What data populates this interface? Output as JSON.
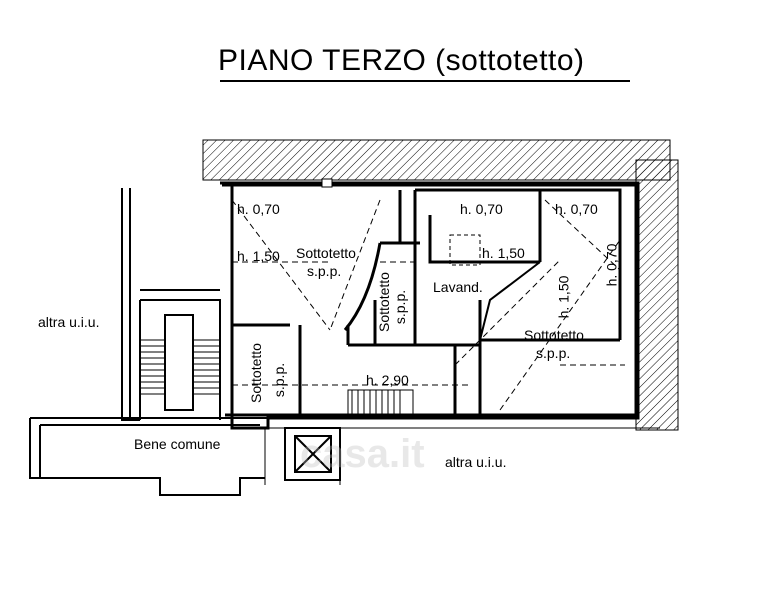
{
  "title": "PIANO TERZO (sottotetto)",
  "watermark": "casa.it",
  "labels": {
    "altra_left": "altra u.i.u.",
    "altra_bottom": "altra u.i.u.",
    "bene_comune": "Bene comune",
    "sottotetto_main": "Sottotetto",
    "spp_main": "s.p.p.",
    "sottotetto_right": "Sottotetto",
    "spp_right": "s.p.p.",
    "sottotetto_center_vertical": "Sottotetto",
    "spp_center_vertical": "s.p.p.",
    "sottotetto_left_vertical": "Sottotetto",
    "spp_left_vertical": "s.p.p.",
    "lavand": "Lavand.",
    "h070_a": "h. 0,70",
    "h150_a": "h. 1,50",
    "h070_b": "h. 0,70",
    "h150_b": "h. 1,50",
    "h070_c": "h. 0,70",
    "h150_vertical": "h. 1,50",
    "h070_vertical": "h. 0,70",
    "h290": "h. 2,90"
  }
}
